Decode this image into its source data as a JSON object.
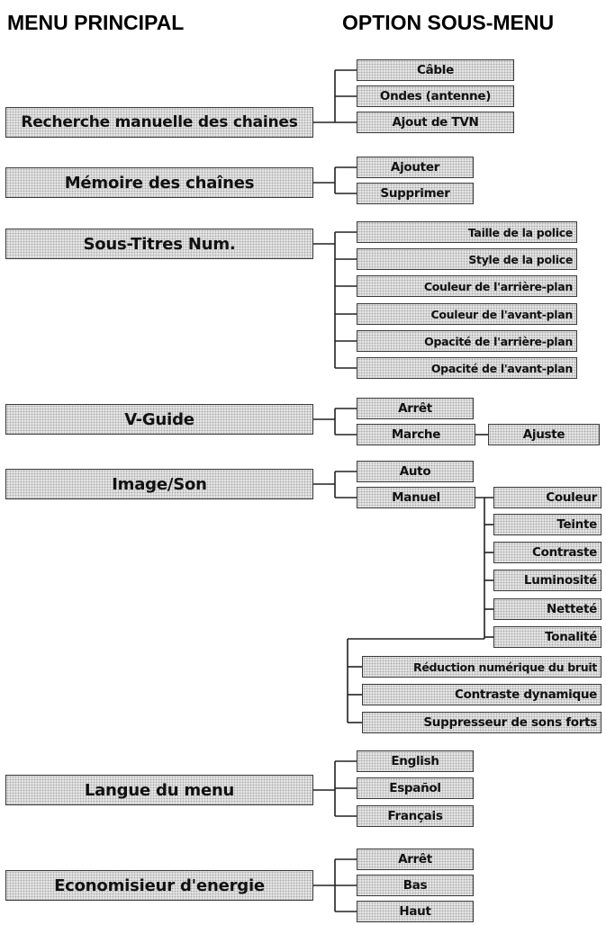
{
  "header": {
    "left": "MENU PRINCIPAL",
    "right": "OPTION SOUS-MENU"
  },
  "menus": [
    {
      "label": "Recherche manuelle des chaines",
      "options": [
        {
          "label": "Câble"
        },
        {
          "label": "Ondes (antenne)"
        },
        {
          "label": "Ajout de TVN"
        }
      ]
    },
    {
      "label": "Mémoire des chaînes",
      "options": [
        {
          "label": "Ajouter"
        },
        {
          "label": "Supprimer"
        }
      ]
    },
    {
      "label": "Sous-Titres Num.",
      "options": [
        {
          "label": "Taille de la police"
        },
        {
          "label": "Style de la police"
        },
        {
          "label": "Couleur de l'arrière-plan"
        },
        {
          "label": "Couleur de l'avant-plan"
        },
        {
          "label": "Opacité de l'arrière-plan"
        },
        {
          "label": "Opacité de l'avant-plan"
        }
      ]
    },
    {
      "label": "V-Guide",
      "options": [
        {
          "label": "Arrêt"
        },
        {
          "label": "Marche",
          "children": [
            {
              "label": "Ajuste"
            }
          ]
        }
      ]
    },
    {
      "label": "Image/Son",
      "options": [
        {
          "label": "Auto"
        },
        {
          "label": "Manuel",
          "children": [
            {
              "label": "Couleur"
            },
            {
              "label": "Teinte"
            },
            {
              "label": "Contraste"
            },
            {
              "label": "Luminosité"
            },
            {
              "label": "Netteté"
            },
            {
              "label": "Tonalité"
            }
          ]
        }
      ],
      "extra_options": [
        {
          "label": "Réduction numérique du bruit"
        },
        {
          "label": "Contraste dynamique"
        },
        {
          "label": "Suppresseur de sons forts"
        }
      ]
    },
    {
      "label": "Langue du menu",
      "options": [
        {
          "label": "English"
        },
        {
          "label": "Español"
        },
        {
          "label": "Français"
        }
      ]
    },
    {
      "label": "Economisieur d'energie",
      "options": [
        {
          "label": "Arrêt"
        },
        {
          "label": "Bas"
        },
        {
          "label": "Haut"
        }
      ]
    }
  ]
}
